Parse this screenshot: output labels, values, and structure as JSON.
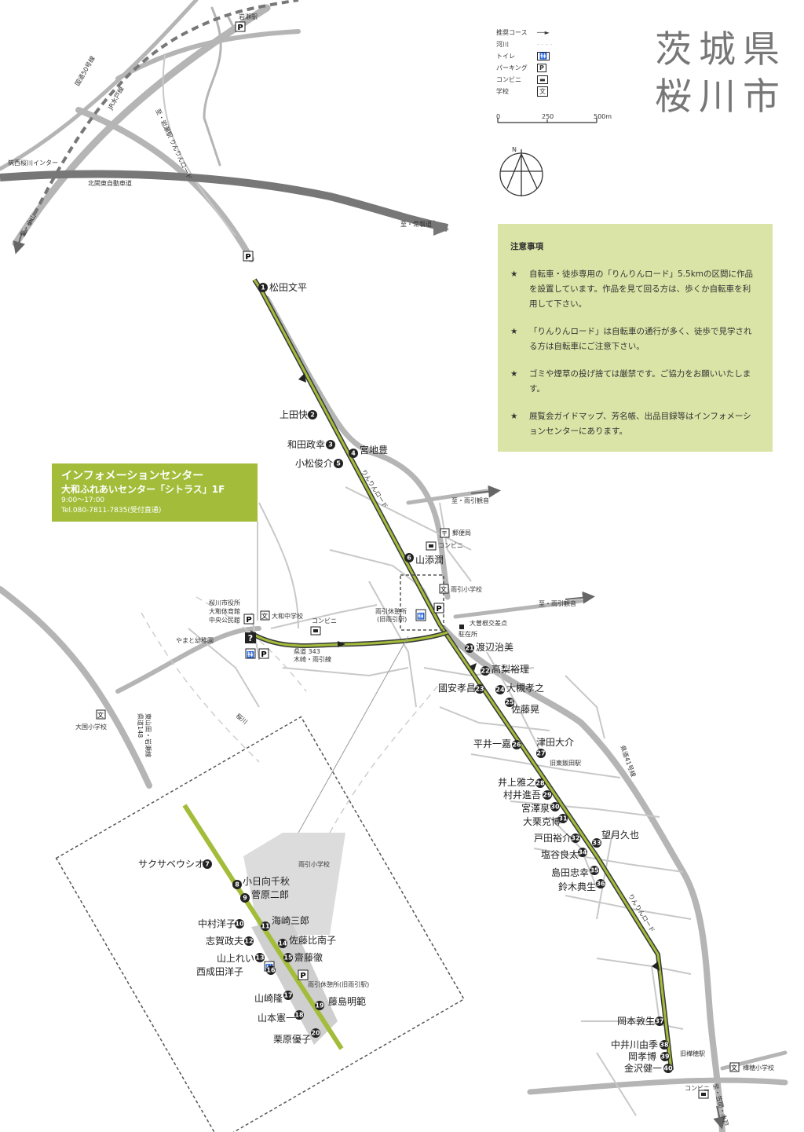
{
  "title": {
    "line1": "茨城県",
    "line2": "桜川市"
  },
  "legend": {
    "items": [
      {
        "label": "推奨コース",
        "icon": "course-arrow-icon"
      },
      {
        "label": "河川",
        "icon": "river-dash-icon"
      },
      {
        "label": "トイレ",
        "icon": "toilet-icon"
      },
      {
        "label": "パーキング",
        "icon": "parking-icon"
      },
      {
        "label": "コンビニ",
        "icon": "convenience-icon"
      },
      {
        "label": "学校",
        "icon": "school-icon"
      }
    ],
    "scale": {
      "zero": "0",
      "mid": "250",
      "end": "500m"
    },
    "north": "N"
  },
  "notice": {
    "title": "注意事項",
    "items": [
      "自転車・徒歩専用の「りんりんロード」5.5kmの区間に作品を設置しています。作品を見て回る方は、歩くか自転車を利用して下さい。",
      "「りんりんロード」は自転車の通行が多く、徒歩で見学される方は自転車にご注意下さい。",
      "ゴミや煙草の投げ捨ては厳禁です。ご協力をお願いいたします。",
      "展覧会ガイドマップ、芳名帳、出品目録等はインフォメーションセンターにあります。"
    ]
  },
  "info_center": {
    "title": "インフォメーションセンター",
    "venue": "大和ふれあいセンター「シトラス」1F",
    "hours": "9:00〜17:00",
    "tel": "Tel.080-7811-7835(受付直通)"
  },
  "map_labels": {
    "iwase_station": "岩瀬駅",
    "route50": "国道50号線",
    "jr_mito": "JR水戸線",
    "rinrin_iwase": "至・岩瀬駅 りんりんロード",
    "chikusei_ic": "筑西桜川インター",
    "kitakanto": "北関東自動車道",
    "to_oyama": "至・小山",
    "to_joso": "至・常磐道",
    "to_amabiki1": "至・雨引観音",
    "to_amabiki2": "至・雨引観音",
    "rinrin1": "りんりんロード",
    "rinrin2": "りんりんロード",
    "post_office": "郵便局",
    "conv1": "コンビニ",
    "conv2": "コンビニ",
    "conv3": "コンビニ",
    "amabiki_school": "雨引小学校",
    "rest_area": "雨引休憩所",
    "rest_area_sub": "(旧雨引駅)",
    "parking_lot": "駐在所",
    "osone": "大曽根交差点",
    "city_office_1": "桜川市役所",
    "city_office_2": "大和体育館",
    "city_office_3": "中央公民館",
    "yamato_school": "大和中学校",
    "yamato_kinder": "やまと幼稚園",
    "pref343": "県道 343",
    "pref343_sub": "木崎・雨引線",
    "sakuragawa": "桜川",
    "ohkuni_school": "大国小学校",
    "route148": "県道148",
    "route148_sub": "東山田・岩瀬線",
    "old_higashiiida": "旧東飯田駅",
    "route41": "県道41号線",
    "old_yamato": "旧樺穂駅",
    "kaba_school": "樺穂小学校",
    "to_kasama": "至・笠間・水戸",
    "inset_school": "雨引小学校",
    "inset_rest": "雨引休憩所(旧雨引駅)"
  },
  "artists_main": [
    {
      "num": "1",
      "name": "松田文平"
    },
    {
      "num": "2",
      "name": "上田快"
    },
    {
      "num": "3",
      "name": "和田政幸"
    },
    {
      "num": "4",
      "name": "宮地豊"
    },
    {
      "num": "5",
      "name": "小松俊介"
    },
    {
      "num": "6",
      "name": "山添潤"
    },
    {
      "num": "21",
      "name": "渡辺治美"
    },
    {
      "num": "22",
      "name": "高梨裕理"
    },
    {
      "num": "23",
      "name": "國安孝昌"
    },
    {
      "num": "24",
      "name": "大槻孝之"
    },
    {
      "num": "25",
      "name": "佐藤晃"
    },
    {
      "num": "26",
      "name": "平井一嘉"
    },
    {
      "num": "27",
      "name": "津田大介"
    },
    {
      "num": "28",
      "name": "井上雅之"
    },
    {
      "num": "29",
      "name": "村井進吾"
    },
    {
      "num": "30",
      "name": "宮澤泉"
    },
    {
      "num": "31",
      "name": "大栗克博"
    },
    {
      "num": "32",
      "name": "戸田裕介"
    },
    {
      "num": "33",
      "name": "望月久也"
    },
    {
      "num": "34",
      "name": "塩谷良太"
    },
    {
      "num": "35",
      "name": "島田忠幸"
    },
    {
      "num": "36",
      "name": "鈴木典生"
    },
    {
      "num": "37",
      "name": "岡本敦生"
    },
    {
      "num": "38",
      "name": "中井川由季"
    },
    {
      "num": "39",
      "name": "岡孝博"
    },
    {
      "num": "40",
      "name": "金沢健一"
    }
  ],
  "artists_inset": [
    {
      "num": "7",
      "name": "サクサベウシオ"
    },
    {
      "num": "8",
      "name": "小日向千秋"
    },
    {
      "num": "9",
      "name": "菅原二郎"
    },
    {
      "num": "10",
      "name": "中村洋子"
    },
    {
      "num": "11",
      "name": "海崎三郎"
    },
    {
      "num": "12",
      "name": "志賀政夫"
    },
    {
      "num": "13",
      "name": "山上れい"
    },
    {
      "num": "14",
      "name": "佐藤比南子"
    },
    {
      "num": "15",
      "name": "齋藤徹"
    },
    {
      "num": "16",
      "name": "西成田洋子"
    },
    {
      "num": "17",
      "name": "山崎隆"
    },
    {
      "num": "18",
      "name": "山本憲一"
    },
    {
      "num": "19",
      "name": "藤島明範"
    },
    {
      "num": "20",
      "name": "栗原優子"
    }
  ],
  "colors": {
    "course": "#a3bd3a",
    "road": "#b5b5b5",
    "notice_bg": "#d9e4a6",
    "info_bg": "#a3bd3a",
    "title": "#777777"
  }
}
